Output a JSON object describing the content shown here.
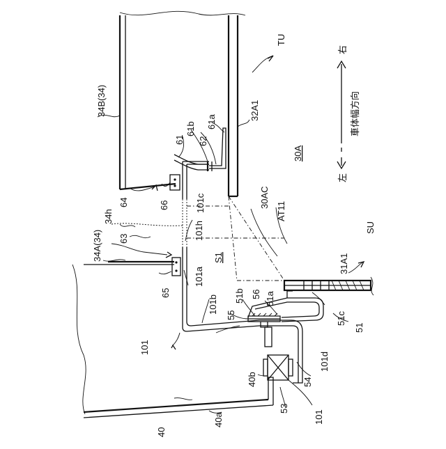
{
  "labels": {
    "tu": "TU",
    "su": "SU",
    "l_34b": "34B(34)",
    "l_34a": "34A(34)",
    "l_34h": "34h",
    "l_32a1": "32A1",
    "l_31a1": "31A1",
    "l_30a": "30A",
    "l_30ac": "30AC",
    "l_at11": "AT11",
    "l_s1": "S1",
    "l_61": "61",
    "l_61a": "61a",
    "l_61b": "61b",
    "l_62": "62",
    "l_63": "63",
    "l_64": "64",
    "l_65": "65",
    "l_66": "66",
    "l_101": "101",
    "l_101_bottom": "101",
    "l_101a": "101a",
    "l_101b": "101b",
    "l_101c": "101c",
    "l_101d": "101d",
    "l_101h": "101h",
    "l_40": "40",
    "l_40a": "40a",
    "l_40b": "40b",
    "l_51": "51",
    "l_51a": "51a",
    "l_51b": "51b",
    "l_51c": "51c",
    "l_53": "53",
    "l_54": "54",
    "l_55": "55",
    "l_56": "56"
  },
  "direction": {
    "left": "左",
    "right": "右",
    "caption": "車体幅方向"
  }
}
